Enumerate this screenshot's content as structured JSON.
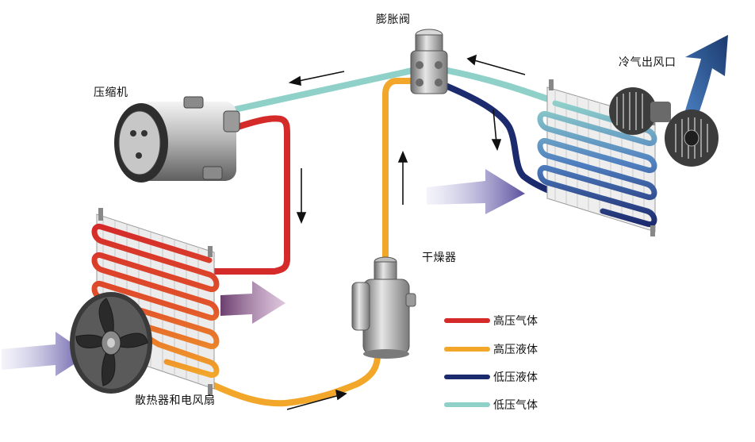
{
  "labels": {
    "compressor": "压缩机",
    "expansion_valve": "膨胀阀",
    "cold_air_outlet": "冷气出风口",
    "dryer": "干燥器",
    "condenser_fan": "散热器和电风扇"
  },
  "legend": [
    {
      "label": "高压气体",
      "color": "#d42a2a"
    },
    {
      "label": "高压液体",
      "color": "#f2a72a"
    },
    {
      "label": "低压液体",
      "color": "#1c2a6e"
    },
    {
      "label": "低压气体",
      "color": "#8fd0c9"
    }
  ],
  "colors": {
    "high_pressure_gas": "#d42a2a",
    "high_pressure_liquid": "#f2a72a",
    "low_pressure_liquid": "#1c2a6e",
    "low_pressure_gas": "#8fd0c9",
    "airflow_arrow": "#5a4f9e",
    "hot_air_arrow": "#6b3f6e",
    "cold_air_arrow": "#1b3a6e"
  }
}
